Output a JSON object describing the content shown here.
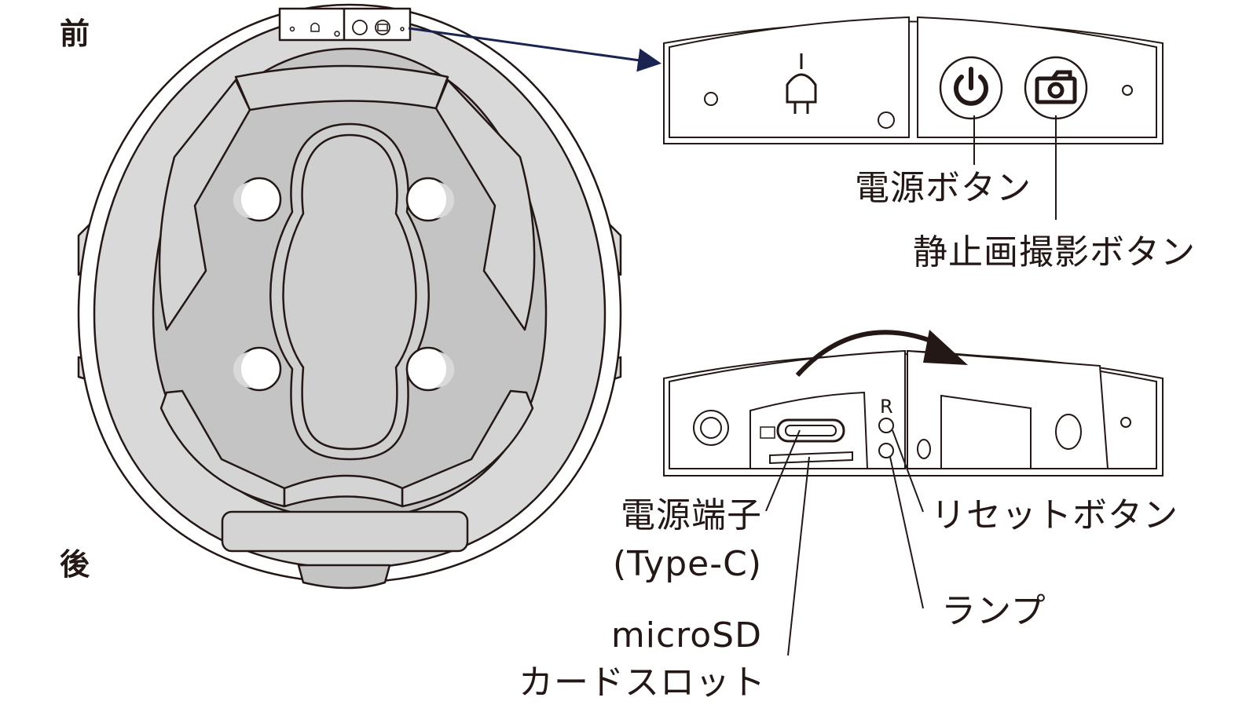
{
  "orientation": {
    "front": "前",
    "back": "後"
  },
  "top_panel": {
    "power_button_label": "電源ボタン",
    "photo_button_label": "静止画撮影ボタン",
    "icons": [
      "power-plug-icon",
      "power-icon",
      "camera-icon"
    ]
  },
  "bottom_panel": {
    "reset_marker": "R",
    "power_port_label_line1": "電源端子",
    "power_port_label_line2": "(Type-C)",
    "microsd_label_line1": "microSD",
    "microsd_label_line2": "カードスロット",
    "reset_button_label": "リセットボタン",
    "lamp_label": "ランプ"
  },
  "colors": {
    "ink": "#231815",
    "helmet_shell": "#d9d9d9",
    "helmet_inner": "#c4c4c4",
    "callout_arrow": "#1b2450"
  }
}
